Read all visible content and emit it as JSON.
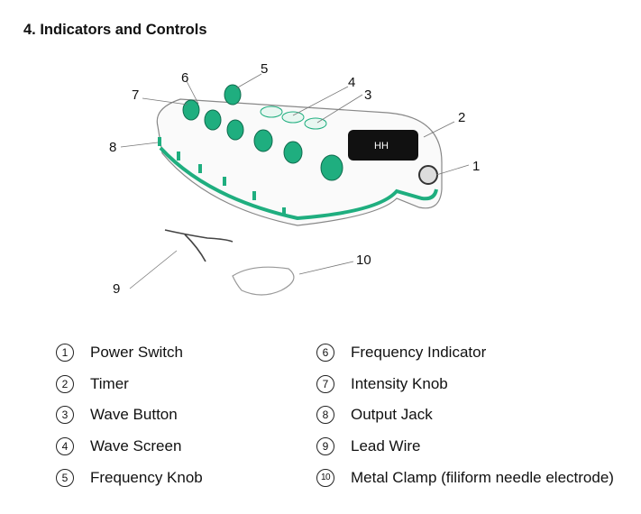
{
  "heading": "4. Indicators and Controls",
  "figure": {
    "callouts": [
      "1",
      "2",
      "3",
      "4",
      "5",
      "6",
      "7",
      "8",
      "9",
      "10"
    ]
  },
  "legend": [
    {
      "num": "1",
      "label": "Power Switch"
    },
    {
      "num": "2",
      "label": "Timer"
    },
    {
      "num": "3",
      "label": "Wave Button"
    },
    {
      "num": "4",
      "label": "Wave Screen"
    },
    {
      "num": "5",
      "label": "Frequency Knob"
    },
    {
      "num": "6",
      "label": "Frequency Indicator"
    },
    {
      "num": "7",
      "label": "Intensity Knob"
    },
    {
      "num": "8",
      "label": "Output Jack"
    },
    {
      "num": "9",
      "label": "Lead Wire"
    },
    {
      "num": "10",
      "label": "Metal Clamp (filiform needle electrode)"
    }
  ],
  "screen_text": "HH",
  "colors": {
    "accent": "#1fae7f",
    "outline": "#555555"
  }
}
